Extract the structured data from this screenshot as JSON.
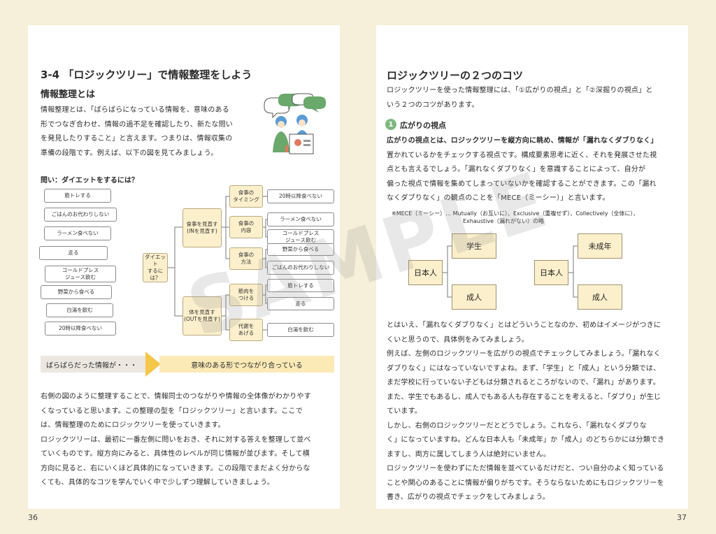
{
  "left": {
    "page_number": "36",
    "title": "3-4 「ロジックツリー」で情報整理をしよう",
    "subtitle": "情報整理とは",
    "intro_lines": [
      "情報整理とは、「ばらばらになっている情報を、意味のある",
      "形でつなぎ合わせ、情報の過不足を確認したり、新たな問い",
      "を発見したりすること」と言えます。つまりは、情報収集の",
      "準備の段階です。例えば、以下の図を見てみましょう。"
    ],
    "question": "問い：ダイエットをするには？",
    "scattered_items": [
      "筋トレする",
      "ごはんのお代わりしない",
      "ラーメン食べない",
      "走る",
      "コールドプレス\nジュース飲む",
      "野菜から食べる",
      "白湯を飲む",
      "20時以降食べない"
    ],
    "tree": {
      "root": "ダイエット\nするには？",
      "l1": [
        "食事を見直す\n(INを見直す)",
        "体を見直す\n(OUTを見直す)"
      ],
      "l2": [
        "食事の\nタイミング",
        "食事の\n内容",
        "食事の\n方法",
        "筋肉を\nつける",
        "代謝を\nあげる"
      ],
      "leaves": [
        "20時以降食べない",
        "ラーメン食べない",
        "コールドプレス\nジュース飲む",
        "野菜から食べる",
        "ごはんのお代わりしない",
        "筋トレする",
        "走る",
        "白湯を飲む"
      ]
    },
    "banner_left": "ばらばらだった情報が・・・",
    "banner_right": "意味のある形でつながり合っている",
    "para2_lines": [
      "右側の図のように整理することで、情報同士のつながりや情報の全体像がわかりやす",
      "くなっていると思います。この整理の型を「ロジックツリー」と言います。ここで",
      "は、情報整理のためにロジックツリーを使っていきます。",
      "ロジックツリーは、最初に一番左側に問いをおき、それに対する答えを整理して並べ",
      "ていくものです。縦方向にみると、具体性のレベルが同じ情報が並びます。そして横",
      "方向に見ると、右にいくほど具体的になっていきます。この段階でまだよく分からな",
      "くても、具体的なコツを学んでいく中で少しずつ理解していきましょう。"
    ]
  },
  "right": {
    "page_number": "37",
    "title": "ロジックツリーの２つのコツ",
    "intro_lines": [
      "ロジックツリーを使った情報整理には、「①広がりの視点」と「②深掘りの視点」と",
      "いう２つのコツがあります。"
    ],
    "section_number": "1",
    "section_title": "広がりの視点",
    "sec_lines": [
      "広がりの視点とは、ロジックツリーを縦方向に眺め、情報が「漏れなくダブりなく」",
      "置かれているかをチェックする視点です。構成要素思考に近く、それを発展させた視",
      "点とも言えるでしょう。「漏れなくダブりなく」を意識することによって、自分が",
      "偏った視点で情報を集めてしまっていないかを確認することができます。この「漏れ",
      "なくダブりなく」の観点のことを「MECE（ミーシー）」と言います。"
    ],
    "note_line1": "※MECE（ミーシー）… Mutually（お互いに）、Exclusive（重複せず）、Collectively（全体に）、",
    "note_line2": "Exhaustive（漏れがない）の略",
    "tree1": {
      "root": "日本人",
      "children": [
        "学生",
        "成人"
      ]
    },
    "tree2": {
      "root": "日本人",
      "children": [
        "未成年",
        "成人"
      ]
    },
    "body_lines": [
      "とはいえ、「漏れなくダブりなく」とはどういうことなのか、初めはイメージがつきに",
      "くいと思うので、具体例をみてみましょう。",
      "例えば、左側のロジックツリーを広がりの視点でチェックしてみましょう。「漏れなく",
      "ダブりなく」にはなっていないですよね。まず、「学生」と「成人」という分類では、",
      "まだ学校に行っていない子どもは分類されるところがないので、「漏れ」があります。",
      "また、学生でもあるし、成人でもある人も存在することを考えると、「ダブり」が生じ",
      "ています。",
      "しかし、右側のロジックツリーだとどうでしょう。これなら、「漏れなくダブりな",
      "く」になっていますね。どんな日本人も「未成年」か「成人」のどちらかには分類でき",
      "ますし、両方に属してしまう人は絶対にいません。",
      "ロジックツリーを使わずにただ情報を並べているだけだと、つい自分のよく知っている",
      "ことや関心のあることに情報が偏りがちです。そうならないためにもロジックツリーを",
      "書き、広がりの視点でチェックをしてみましょう。"
    ]
  },
  "watermark": "SAMPLE"
}
